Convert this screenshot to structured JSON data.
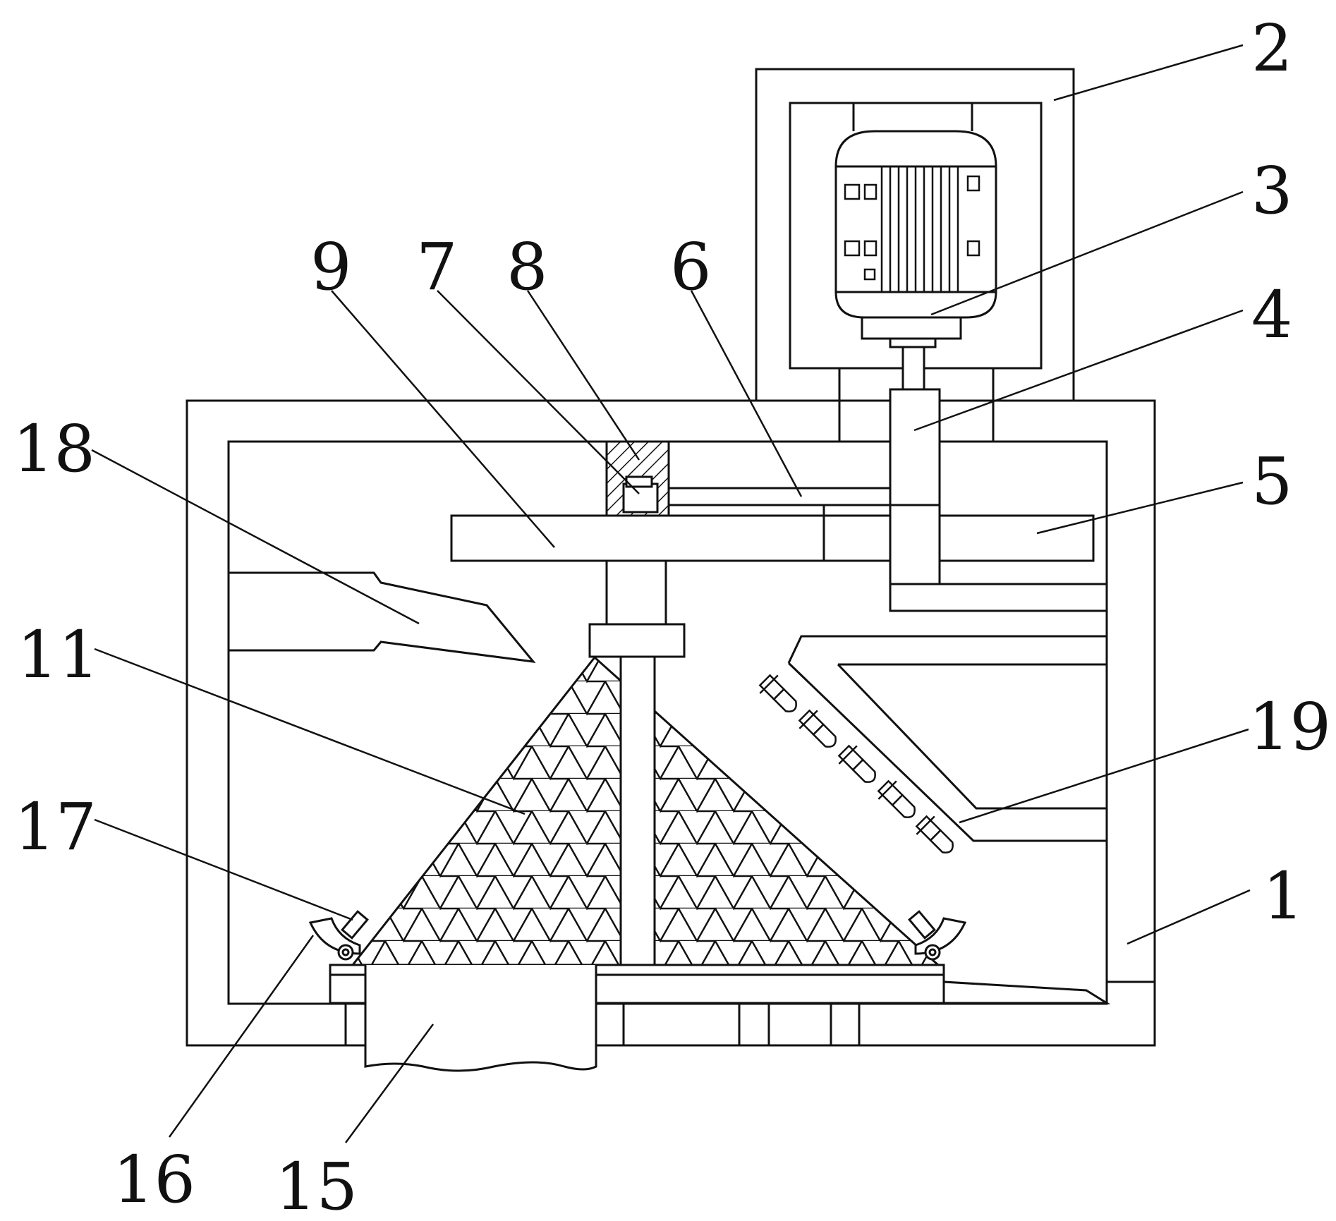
{
  "diagram": {
    "labels": [
      "1",
      "2",
      "3",
      "4",
      "5",
      "6",
      "7",
      "8",
      "9",
      "11",
      "15",
      "16",
      "17",
      "18",
      "19"
    ],
    "colors": {
      "line": "#111111",
      "background": "#ffffff"
    }
  }
}
